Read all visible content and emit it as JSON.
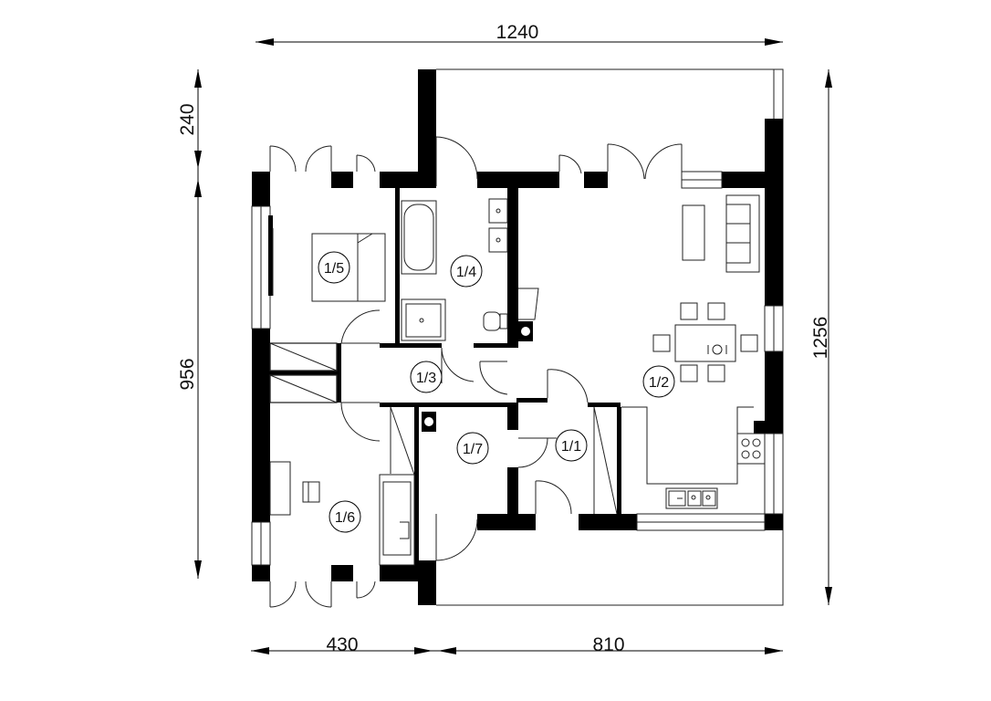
{
  "dimensions": {
    "top_width": "1240",
    "left_top": "240",
    "left_main": "956",
    "right_total": "1256",
    "bottom_left": "430",
    "bottom_right": "810"
  },
  "rooms": [
    {
      "id": "1/1",
      "label": "1/1"
    },
    {
      "id": "1/2",
      "label": "1/2"
    },
    {
      "id": "1/3",
      "label": "1/3"
    },
    {
      "id": "1/4",
      "label": "1/4"
    },
    {
      "id": "1/5",
      "label": "1/5"
    },
    {
      "id": "1/6",
      "label": "1/6"
    },
    {
      "id": "1/7",
      "label": "1/7"
    }
  ]
}
